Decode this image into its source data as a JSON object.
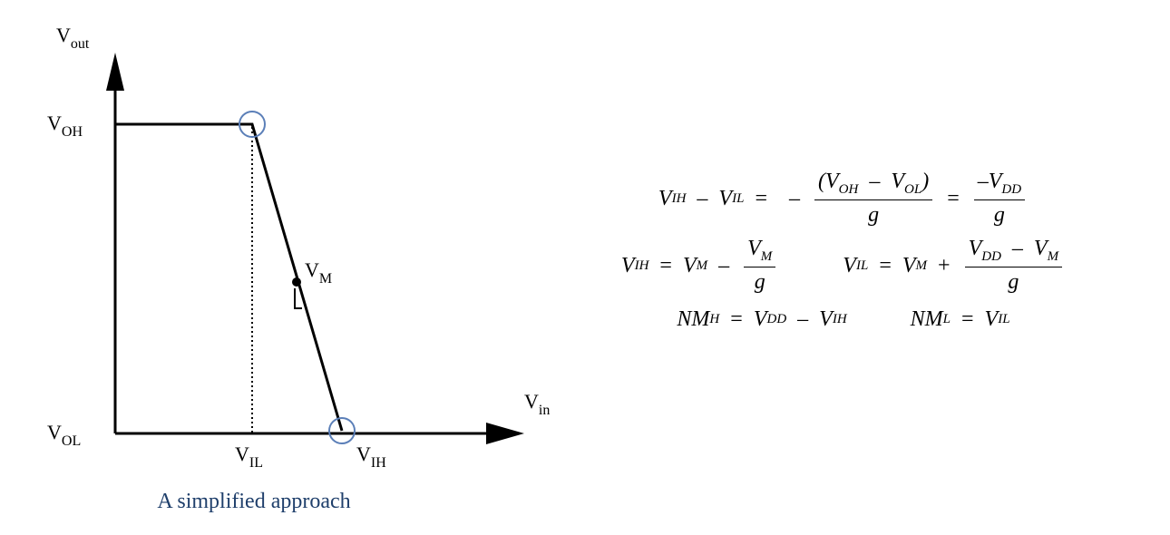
{
  "diagram": {
    "axis_labels": {
      "y_main": "V",
      "y_sub": "out",
      "x_main": "V",
      "x_sub": "in"
    },
    "levels": {
      "voh_main": "V",
      "voh_sub": "OH",
      "vol_main": "V",
      "vol_sub": "OL",
      "vil_main": "V",
      "vil_sub": "IL",
      "vih_main": "V",
      "vih_sub": "IH",
      "vm_main": "V",
      "vm_sub": "M"
    },
    "caption": "A simplified approach",
    "colors": {
      "marker_circle": "#5b7fb8",
      "caption": "#1f3f6b"
    }
  },
  "equations": {
    "eq1": {
      "lhs": [
        "V",
        "IH",
        "V",
        "IL"
      ],
      "num": [
        "V",
        "OH",
        "V",
        "OL"
      ],
      "den": "g",
      "num2": [
        "V",
        "DD"
      ],
      "den2": "g"
    },
    "eq2": {
      "vih": [
        "V",
        "IH"
      ],
      "vm": [
        "V",
        "M"
      ],
      "frac_num": [
        "V",
        "M"
      ],
      "frac_den": "g"
    },
    "eq3": {
      "vil": [
        "V",
        "IL"
      ],
      "vm": [
        "V",
        "M"
      ],
      "frac_num": [
        "V",
        "DD",
        "V",
        "M"
      ],
      "frac_den": "g"
    },
    "eq4": {
      "nmh": [
        "NM",
        "H"
      ],
      "rhs": [
        "V",
        "DD",
        "V",
        "IH"
      ]
    },
    "eq5": {
      "nml": [
        "NM",
        "L"
      ],
      "rhs": [
        "V",
        "IL"
      ]
    },
    "ops": {
      "eq": "=",
      "minus": "–",
      "plus": "+",
      "neg": "–"
    }
  }
}
